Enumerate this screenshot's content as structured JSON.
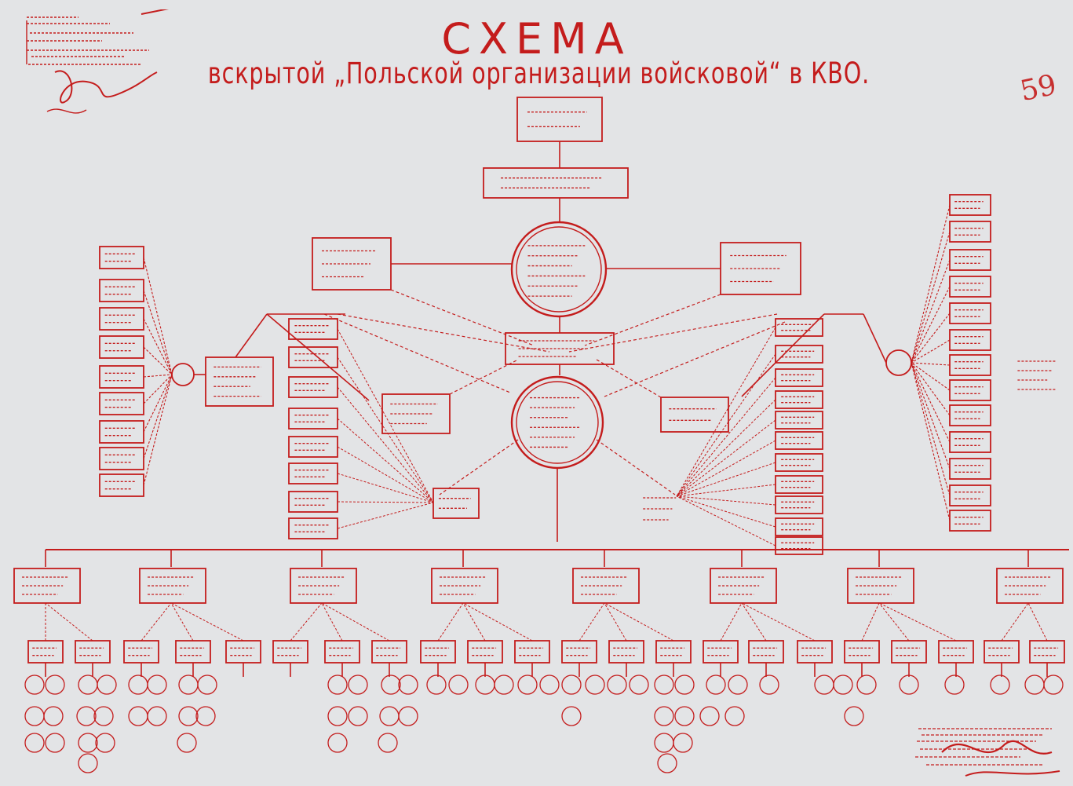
{
  "title": {
    "line1": "СХЕМА",
    "line2": "вскрытой „Польской организации войсковой“ в КВО."
  },
  "page_number": "59",
  "colors": {
    "ink": "#c41c1c",
    "paper": "#e3e4e6"
  },
  "handwritten": {
    "stamp": "handwritten approval note with signature (illegible)",
    "signature": "handwritten certification and signature (illegible)"
  }
}
